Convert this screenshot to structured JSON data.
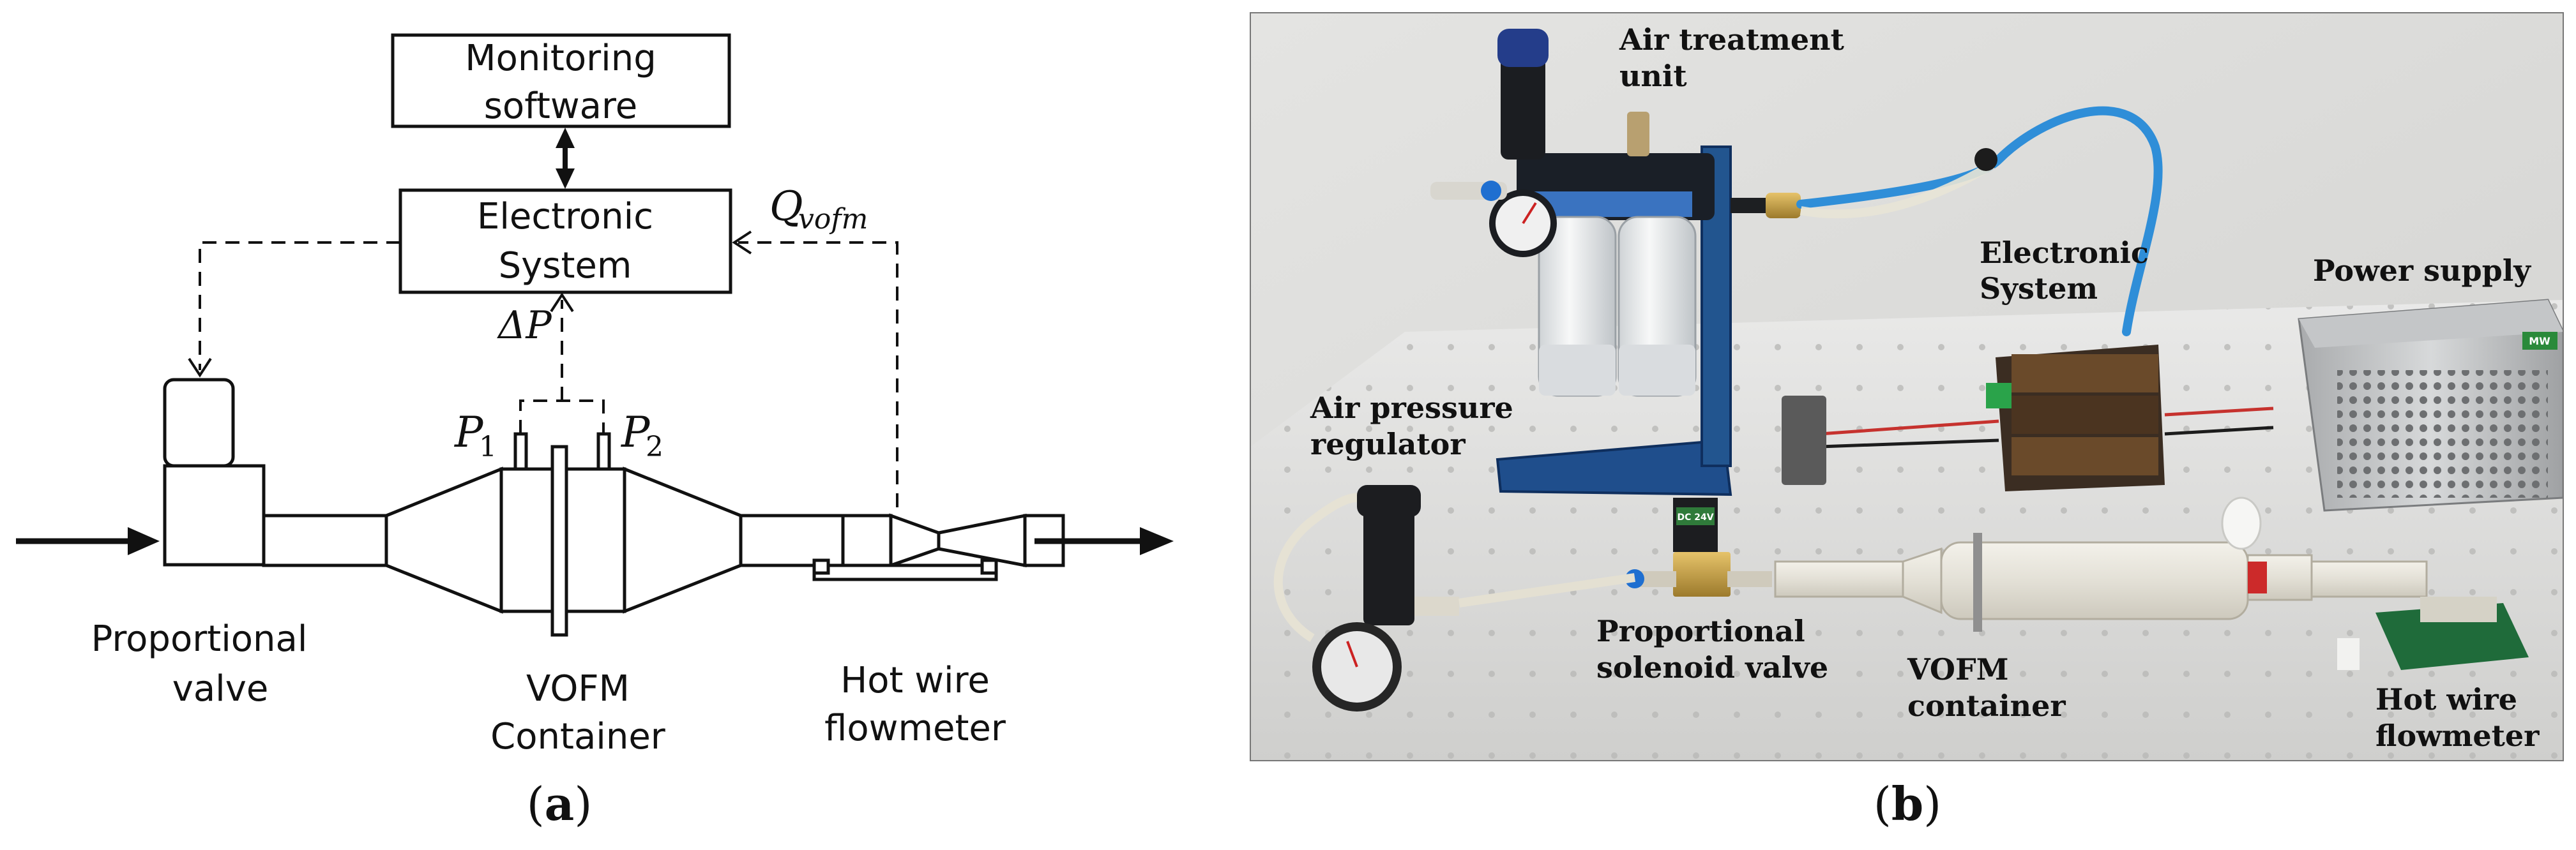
{
  "panel_a": {
    "monitoring_line1": "Monitoring",
    "monitoring_line2": "software",
    "electronic_line1": "Electronic",
    "electronic_line2": "System",
    "q_label": "Q",
    "q_sub": "vofm",
    "delta_p": "ΔP",
    "p1_label": "P",
    "p1_sub": "1",
    "p2_label": "P",
    "p2_sub": "2",
    "valve_line1": "Proportional",
    "valve_line2": "valve",
    "container_line1": "VOFM",
    "container_line2": "Container",
    "flowmeter_line1": "Hot wire",
    "flowmeter_line2": "flowmeter",
    "caption_open": "(",
    "caption_letter": "a",
    "caption_close": ")"
  },
  "panel_b": {
    "air_treatment_line1": "Air treatment",
    "air_treatment_line2": "unit",
    "electronic_line1": "Electronic",
    "electronic_line2": "System",
    "power_supply": "Power supply",
    "regulator_line1": "Air pressure",
    "regulator_line2": "regulator",
    "solenoid_line1": "Proportional",
    "solenoid_line2": "solenoid valve",
    "vofm_line1": "VOFM",
    "vofm_line2": "container",
    "hotwire_line1": "Hot wire",
    "hotwire_line2": "flowmeter",
    "psu_brand": "MW",
    "solenoid_tag": "DC 24V",
    "caption_open": "(",
    "caption_letter": "b",
    "caption_close": ")"
  }
}
